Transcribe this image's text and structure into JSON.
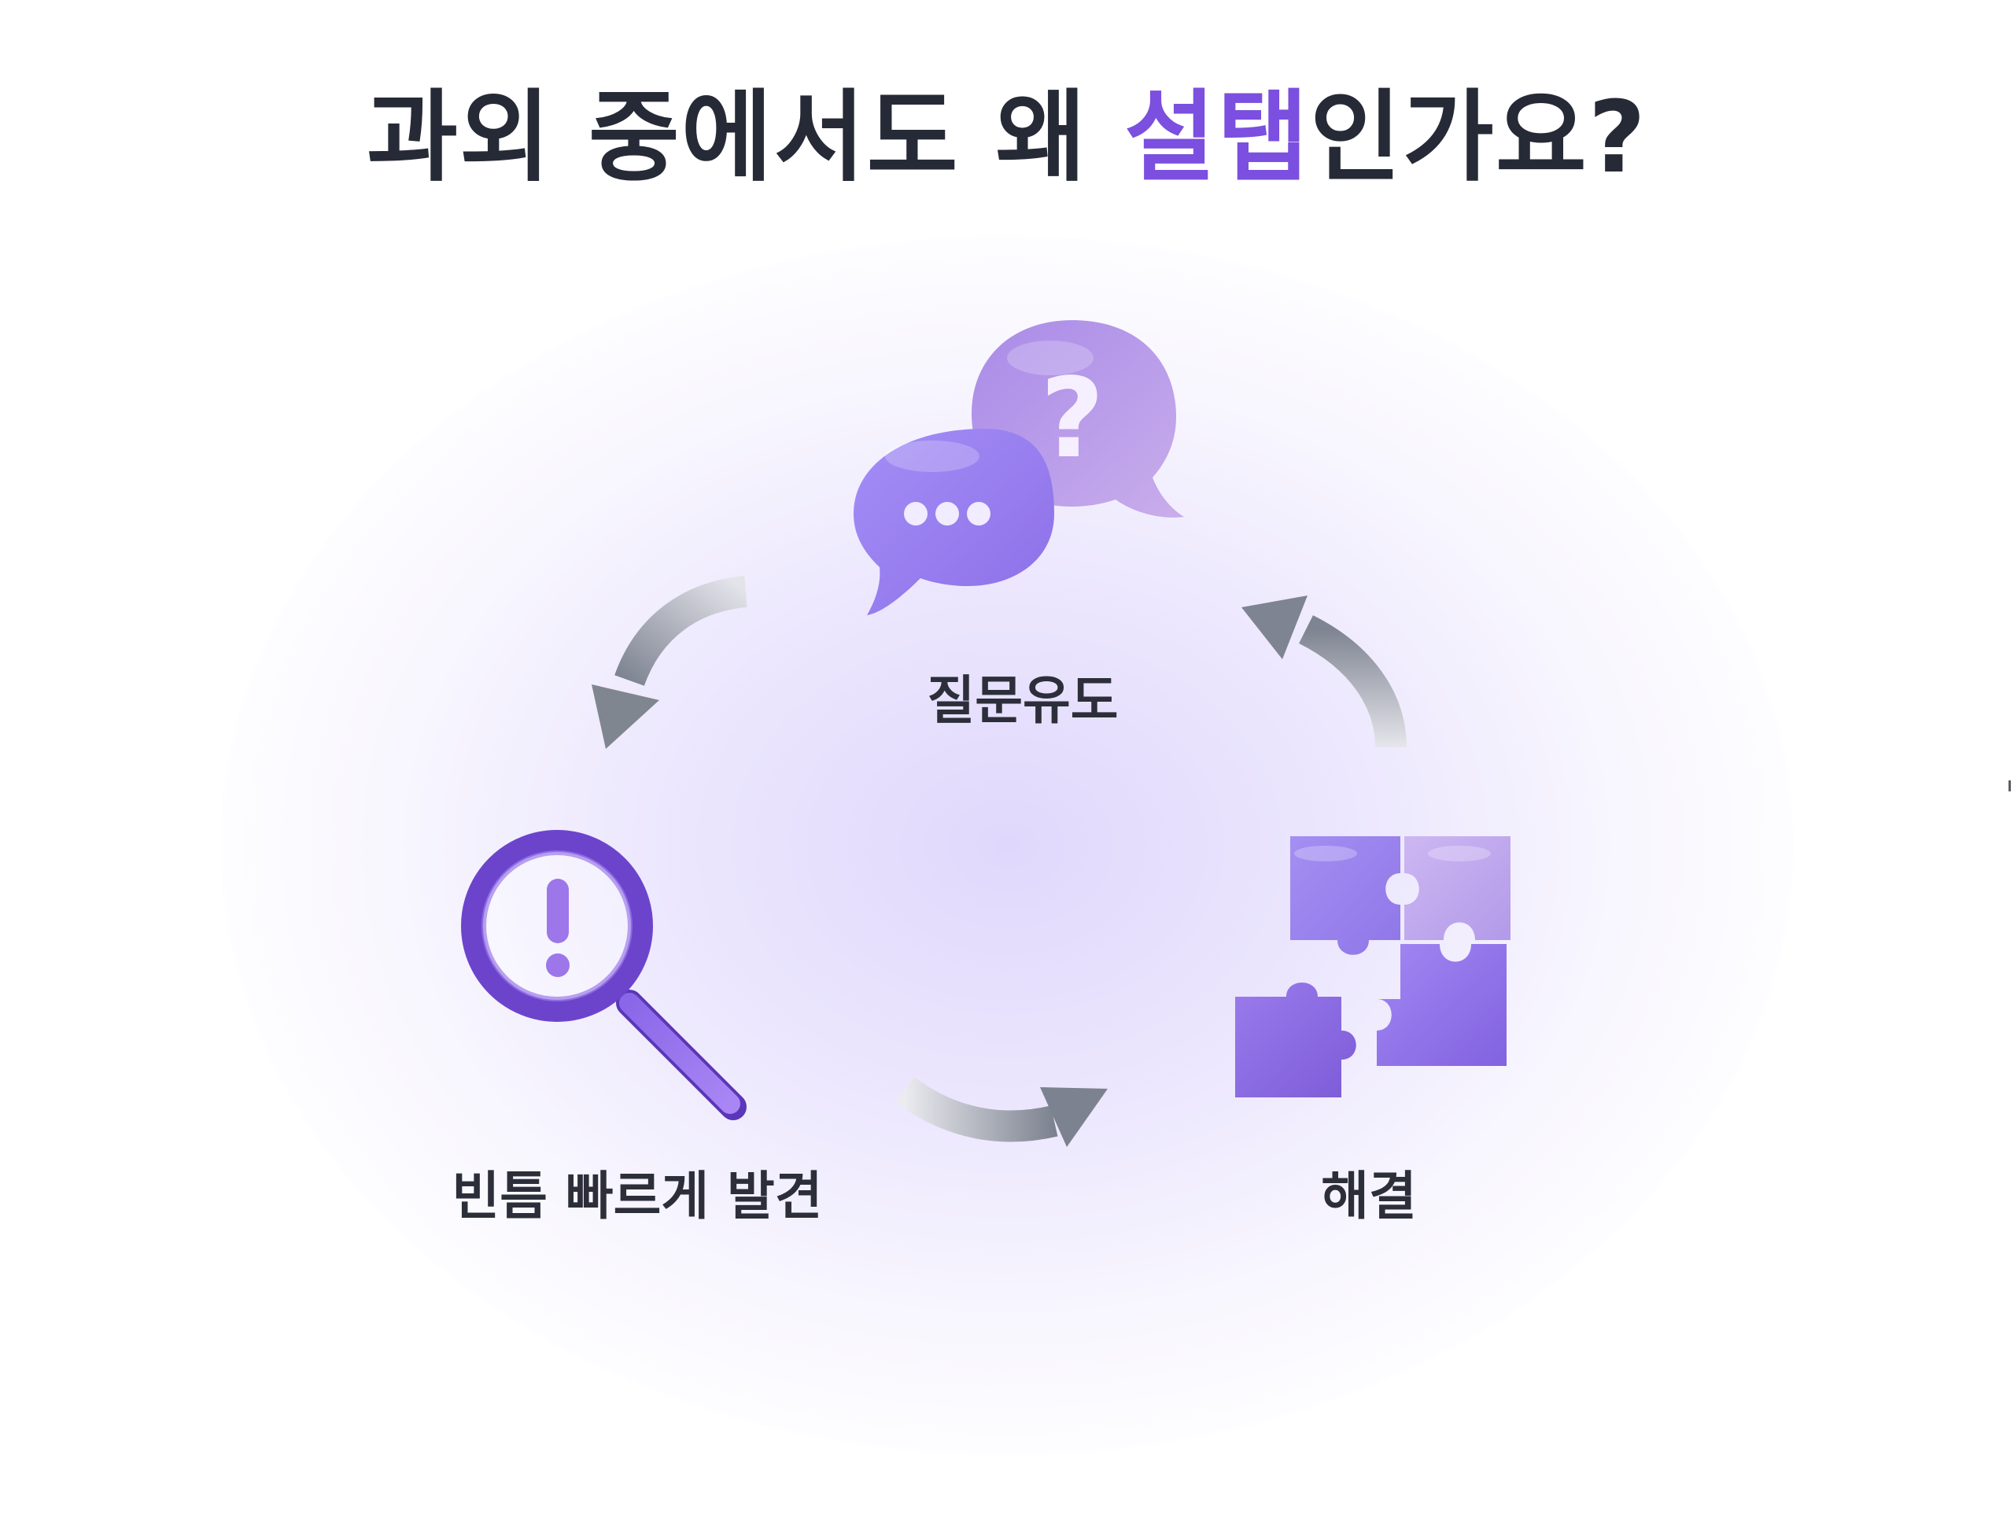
{
  "title": {
    "prefix": "과외 중에서도 왜 ",
    "brand": "설탭",
    "suffix": "인가요?"
  },
  "steps": [
    {
      "label": "질문유도",
      "icon": "chat-bubbles-question-icon"
    },
    {
      "label": "빈틈 빠르게 발견",
      "icon": "magnifier-exclamation-icon"
    },
    {
      "label": "해결",
      "icon": "puzzle-pieces-icon"
    }
  ],
  "arrows": [
    "arrow-question-to-discover-icon",
    "arrow-discover-to-solve-icon",
    "arrow-solve-to-question-icon"
  ],
  "colors": {
    "title": "#262a36",
    "accent": "#7b4fdf",
    "icon_purple": "#9a7cf0",
    "icon_purple_light": "#c2a6ea",
    "arrow_gray": "#868b97",
    "glow": "#e4ddfc"
  }
}
